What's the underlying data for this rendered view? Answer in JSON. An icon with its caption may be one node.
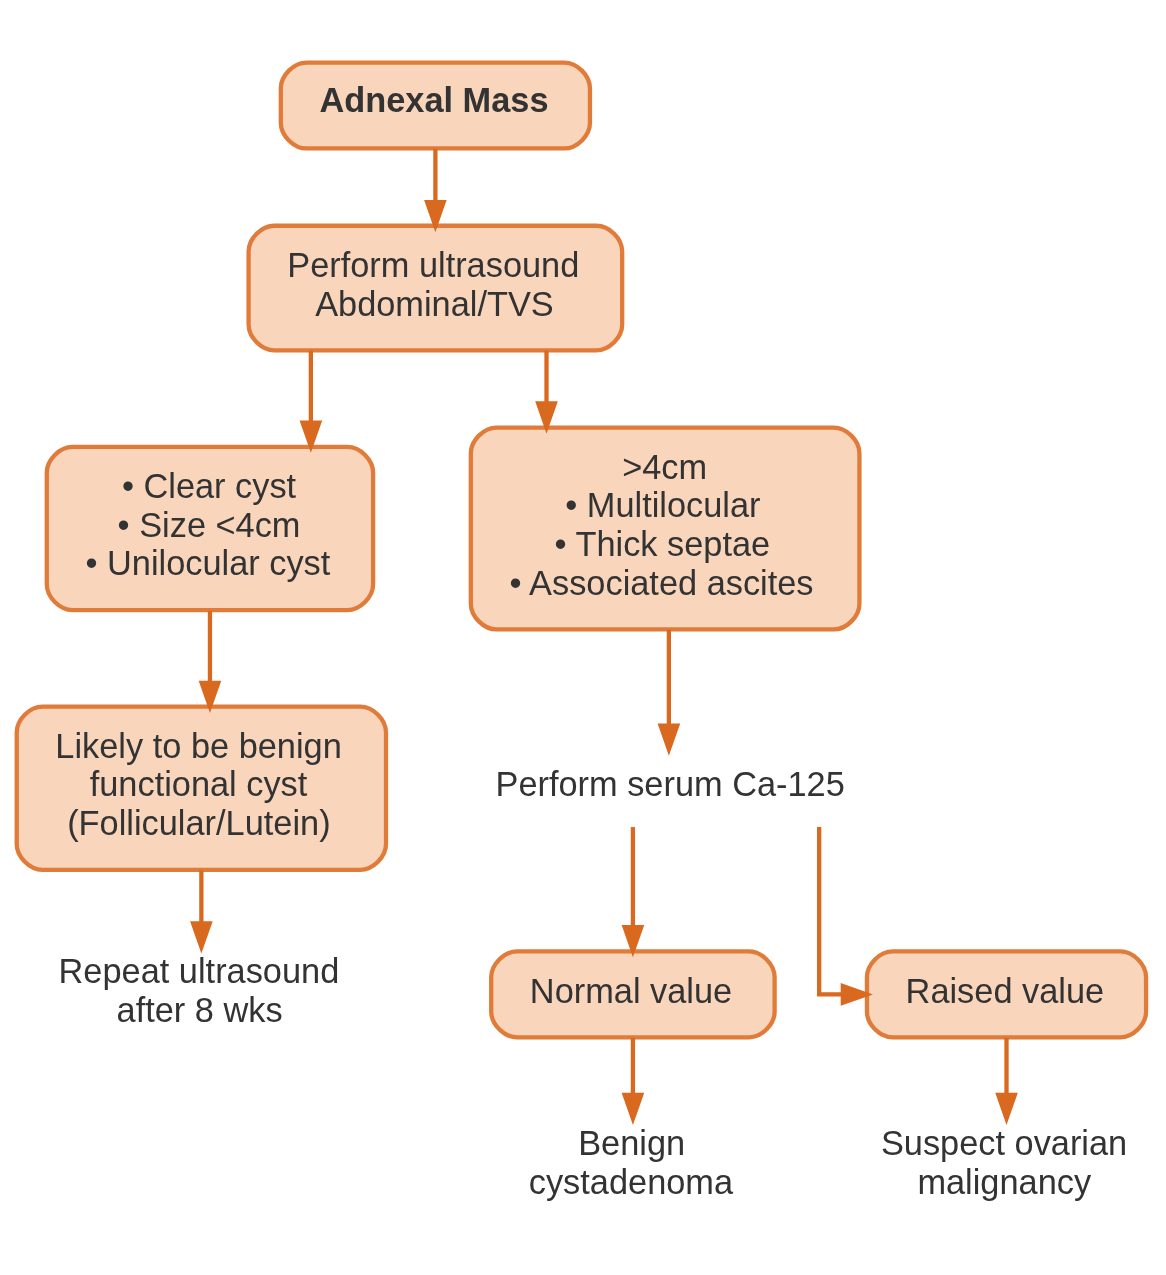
{
  "diagram": {
    "nodes": [
      {
        "text": [
          "Adnexal Mass"
        ]
      },
      {
        "text": [
          "Perform ultrasound Abdominal/TVS"
        ]
      },
      {
        "text": [
          "• Clear cyst",
          "• Size <4cm",
          "• Unilocular cyst"
        ]
      },
      {
        "text": [
          ">4cm",
          "• Multilocular",
          "• Thick septae",
          "• Associated ascites"
        ]
      },
      {
        "text": [
          "Likely to be benign functional cyst (Follicular/Lutein)"
        ]
      },
      {
        "text": [
          "Repeat ultrasound after 8 wks"
        ]
      },
      {
        "text": [
          "Perform serum Ca-125"
        ]
      },
      {
        "text": [
          "Normal value"
        ]
      },
      {
        "text": [
          "Raised value"
        ]
      },
      {
        "text": [
          "Benign cystadenoma"
        ]
      },
      {
        "text": [
          "Suspect ovarian malignancy"
        ]
      }
    ],
    "edges": [
      {
        "from": 0,
        "to": 1,
        "arrow": "to"
      },
      {
        "from": 1,
        "to": 2,
        "arrow": "to"
      },
      {
        "from": 1,
        "to": 3,
        "arrow": "to"
      },
      {
        "from": 2,
        "to": 4,
        "arrow": "to"
      },
      {
        "from": 4,
        "to": 5,
        "arrow": "to"
      },
      {
        "from": 3,
        "to": 6,
        "arrow": "to"
      },
      {
        "from": 6,
        "to": 7,
        "arrow": "to"
      },
      {
        "from": 6,
        "to": 8,
        "arrow": "to"
      },
      {
        "from": 7,
        "to": 9,
        "arrow": "to"
      },
      {
        "from": 8,
        "to": 10,
        "arrow": "to"
      }
    ]
  }
}
